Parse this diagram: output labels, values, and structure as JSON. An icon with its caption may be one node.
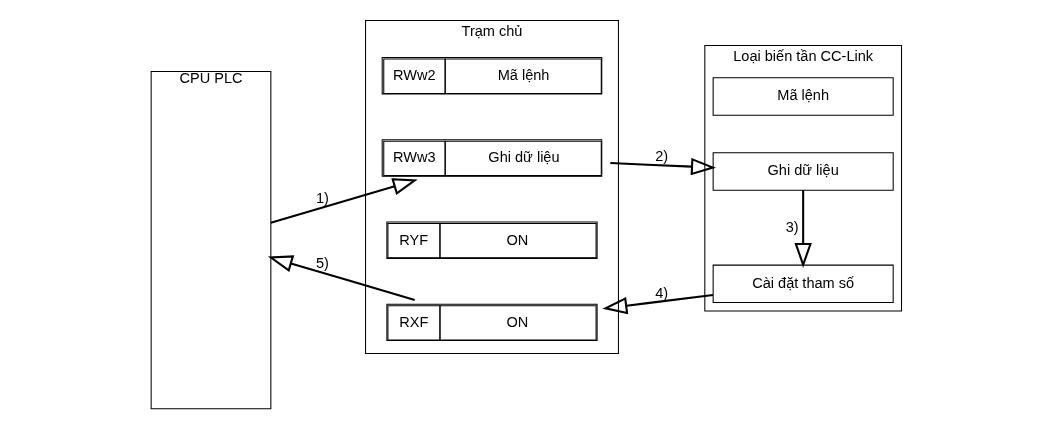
{
  "diagram": {
    "nodes": [
      {
        "text": [
          "CPU PLC"
        ]
      },
      {
        "text": [
          "Trạm chủ"
        ]
      },
      {
        "text": [
          "Loại biến tần CC-Link"
        ]
      },
      {
        "text": [
          "RWw2",
          "Mã lệnh"
        ],
        "in": 1
      },
      {
        "text": [
          "RWw3",
          "Ghi dữ liệu"
        ],
        "in": 1
      },
      {
        "text": [
          "RYF",
          "ON"
        ],
        "in": 1
      },
      {
        "text": [
          "Mã lệnh"
        ],
        "in": 2
      },
      {
        "text": [
          "Ghi dữ liệu"
        ],
        "in": 2
      },
      {
        "text": [
          "Cài đặt tham số"
        ],
        "in": 2
      },
      {
        "text": [
          "RXF",
          "ON"
        ],
        "in": 1
      }
    ],
    "edges": [
      {
        "from": 0,
        "to": 4,
        "arrow": "to",
        "label": "1)"
      },
      {
        "from": 4,
        "to": 7,
        "arrow": "to",
        "label": "2)"
      },
      {
        "from": 7,
        "to": 8,
        "arrow": "to",
        "label": "3)"
      },
      {
        "from": 8,
        "to": 9,
        "arrow": "to",
        "label": "4)"
      },
      {
        "from": 9,
        "to": 0,
        "arrow": "to",
        "label": "5)"
      }
    ]
  }
}
